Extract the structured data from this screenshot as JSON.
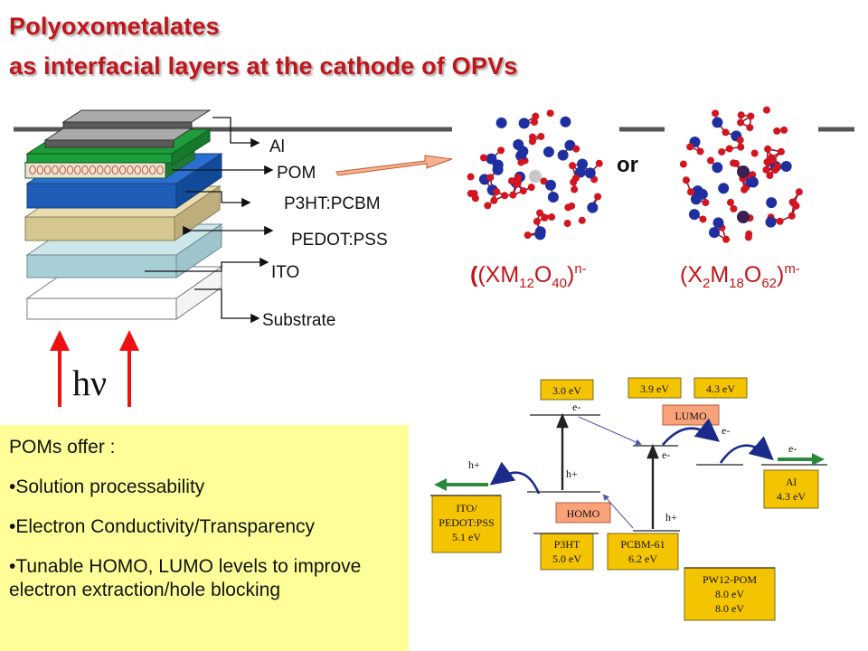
{
  "title": {
    "line1": "Polyoxometalates",
    "line2": "as interfacial layers at the cathode of OPVs"
  },
  "device": {
    "layers": [
      "Al",
      "POM",
      "P3HT:PCBM",
      "PEDOT:PSS",
      "ITO",
      "Substrate"
    ],
    "light_label": "hν"
  },
  "molecules": {
    "or_label": "or",
    "formula1": {
      "pre": "(XM",
      "s1": "12",
      "mid": "O",
      "s2": "40",
      "post": ")",
      "sup": "n-"
    },
    "formula2": {
      "pre": "(X",
      "s0": "2",
      "mid0": "M",
      "s1": "18",
      "mid": "O",
      "s2": "62",
      "post": ")",
      "sup": "m-"
    }
  },
  "offers": {
    "heading": "POMs offer :",
    "bullets": [
      "•Solution processability",
      "•Electron Conductivity/Transparency",
      "•Tunable HOMO, LUMO levels to improve electron extraction/hole blocking"
    ]
  },
  "energy": {
    "top_3_0": "3.0 eV",
    "top_3_9": "3.9 eV",
    "top_4_3": "4.3 eV",
    "lumo": "LUMO",
    "homo": "HOMO",
    "ito": [
      "ITO/",
      "PEDOT:PSS",
      "5.1 eV"
    ],
    "p3ht": [
      "P3HT",
      "5.0 eV"
    ],
    "pcbm": [
      "PCBM-61",
      "6.2 eV"
    ],
    "pw12": [
      "PW12-POM",
      "8.0 eV",
      "8.0 eV"
    ],
    "al": [
      "Al",
      "4.3 eV"
    ],
    "e1": "e-",
    "e2": "e-",
    "e3": "e-",
    "e4": "e-",
    "h1": "h+",
    "h2": "h+",
    "h3": "h+"
  }
}
